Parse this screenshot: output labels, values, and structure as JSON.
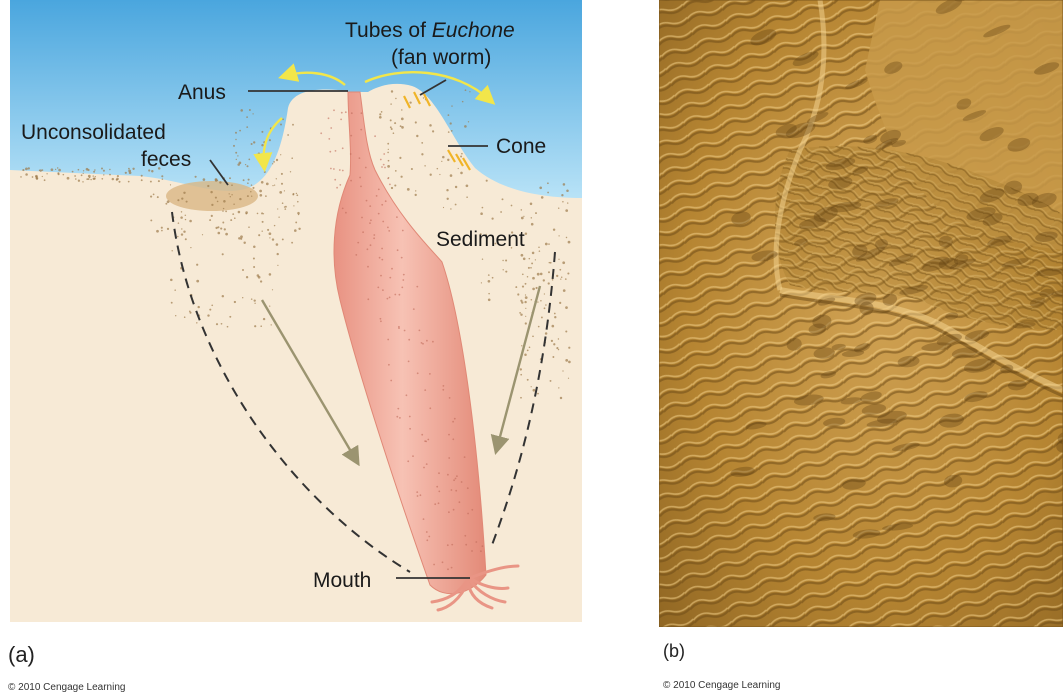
{
  "panel_a": {
    "label": "(a)",
    "credit": "© 2010 Cengage Learning",
    "labels": {
      "tubes_line1_prefix": "Tubes of ",
      "tubes_line1_species": "Euchone",
      "tubes_line2": "(fan worm)",
      "anus": "Anus",
      "unconsolidated_line1": "Unconsolidated",
      "unconsolidated_line2": "feces",
      "cone": "Cone",
      "sediment": "Sediment",
      "mouth": "Mouth"
    },
    "colors": {
      "water_top": "#4aa6de",
      "water_bottom": "#b9e3f7",
      "sediment": "#f7ead6",
      "worm": "#f0a898",
      "arrow_yellow": "#f2e64a",
      "arrow_olive": "#9b9470"
    }
  },
  "panel_b": {
    "label": "(b)",
    "credit": "© 2010 Cengage Learning",
    "photo_colors": {
      "base": "#b88a3a",
      "light": "#e2bd72",
      "shadow": "#6e4d17"
    }
  }
}
